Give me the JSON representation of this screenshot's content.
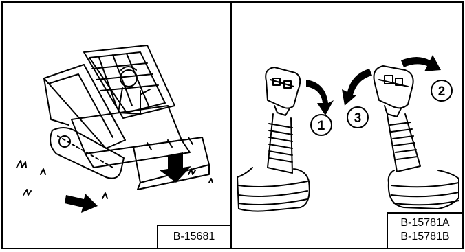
{
  "figures": {
    "left": {
      "icon": "skid-steer-loader-illustration",
      "label": "B-15681"
    },
    "right": {
      "icon": "joystick-controls-illustration",
      "callouts": [
        "1",
        "2",
        "3"
      ],
      "labels": [
        "B-15781A",
        "B-15781B"
      ]
    }
  },
  "colors": {
    "line": "#000000",
    "background": "#ffffff"
  }
}
